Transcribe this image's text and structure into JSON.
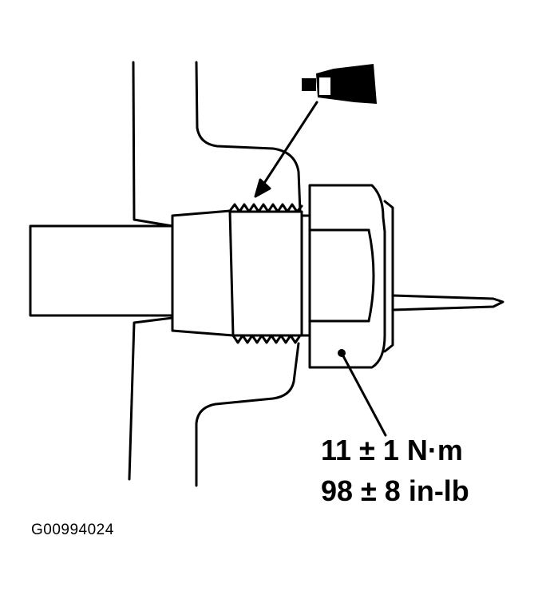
{
  "torque": {
    "metric": "11 ± 1 N·m",
    "imperial": "98 ± 8 in-lb"
  },
  "figure_id": "G00994024",
  "icons": {
    "sealant": "sealant-tube-icon"
  },
  "colors": {
    "ink": "#000000",
    "background": "#ffffff"
  }
}
